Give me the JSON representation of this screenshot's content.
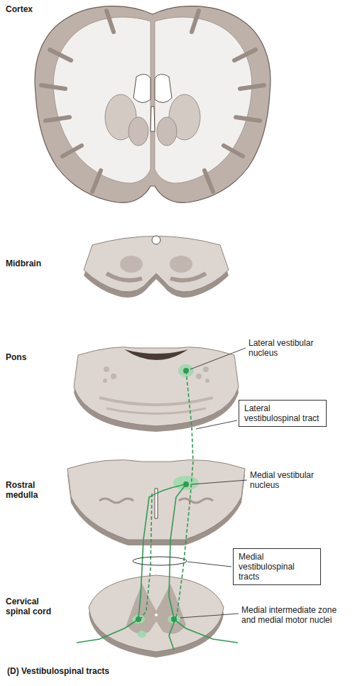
{
  "diagram": {
    "caption": "(D) Vestibulospinal tracts",
    "nodes": [
      {
        "text": [
          "Lateral vestibulospinal tract"
        ]
      },
      {
        "text": [
          "Medial vestibulospinal tracts"
        ]
      }
    ],
    "edges": [],
    "labels": [
      "Cortex",
      "Midbrain",
      "Pons",
      "Rostral medulla",
      "Cervical spinal cord",
      "Lateral vestibular nucleus",
      "Medial vestibular nucleus",
      "Medial intermediate zone and medial motor nuclei"
    ]
  }
}
